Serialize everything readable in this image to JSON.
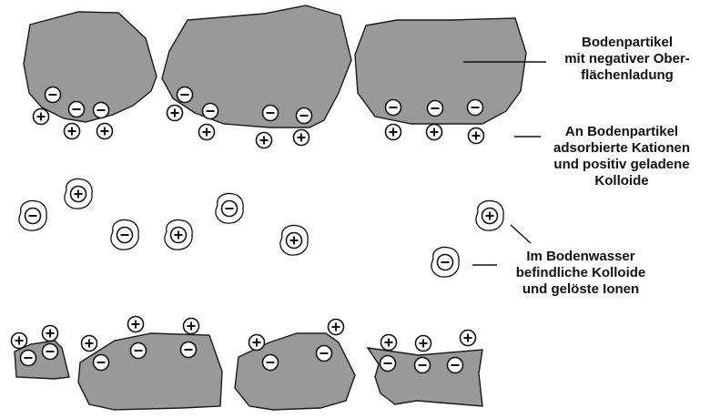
{
  "labels": {
    "surface_charge": [
      "Bodenpartikel",
      "mit negativer Ober-",
      "flächenladung"
    ],
    "adsorbed": [
      "An Bodenpartikel",
      "adsorbierte Kationen",
      "und positiv geladene",
      "Kolloide"
    ],
    "soil_water": [
      "Im Bodenwasser",
      "befindliche Kolloide",
      "und gelöste Ionen"
    ]
  },
  "particle_fill": "#999999",
  "particle_stroke": "#1a1a1a",
  "charge_symbols": {
    "negative": "−",
    "positive": "+"
  }
}
